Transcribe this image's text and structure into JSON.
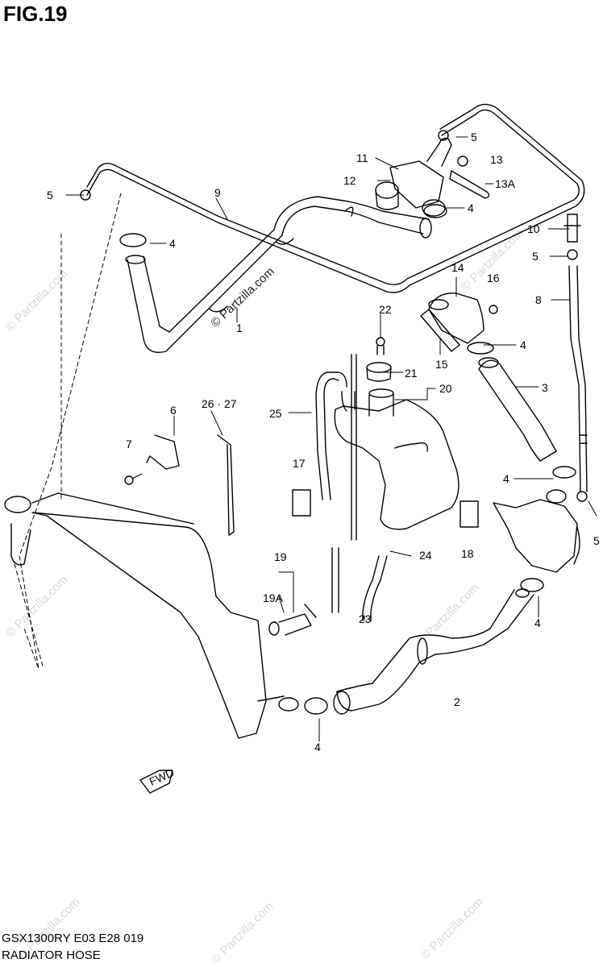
{
  "figure": {
    "title": "FIG.19",
    "model_line": "GSX1300RY E03 E28  019",
    "caption": "RADIATOR HOSE"
  },
  "watermark": {
    "text": "© Partzilla.com",
    "center_text": "© Partzilla.com"
  },
  "fwd_label": "FWD",
  "callouts": [
    {
      "id": "1",
      "label": "1"
    },
    {
      "id": "2",
      "label": "2"
    },
    {
      "id": "3",
      "label": "3"
    },
    {
      "id": "4",
      "label": "4"
    },
    {
      "id": "5",
      "label": "5"
    },
    {
      "id": "6",
      "label": "6"
    },
    {
      "id": "7",
      "label": "7"
    },
    {
      "id": "8",
      "label": "8"
    },
    {
      "id": "9",
      "label": "9"
    },
    {
      "id": "10",
      "label": "10"
    },
    {
      "id": "11",
      "label": "11"
    },
    {
      "id": "12",
      "label": "12"
    },
    {
      "id": "13",
      "label": "13"
    },
    {
      "id": "13A",
      "label": "13A"
    },
    {
      "id": "14",
      "label": "14"
    },
    {
      "id": "15",
      "label": "15"
    },
    {
      "id": "16",
      "label": "16"
    },
    {
      "id": "17",
      "label": "17"
    },
    {
      "id": "18",
      "label": "18"
    },
    {
      "id": "19",
      "label": "19"
    },
    {
      "id": "19A",
      "label": "19A"
    },
    {
      "id": "20",
      "label": "20"
    },
    {
      "id": "21",
      "label": "21"
    },
    {
      "id": "22",
      "label": "22"
    },
    {
      "id": "23",
      "label": "23"
    },
    {
      "id": "24",
      "label": "24"
    },
    {
      "id": "25",
      "label": "25"
    },
    {
      "id": "26-27",
      "label": "26 · 27"
    }
  ]
}
